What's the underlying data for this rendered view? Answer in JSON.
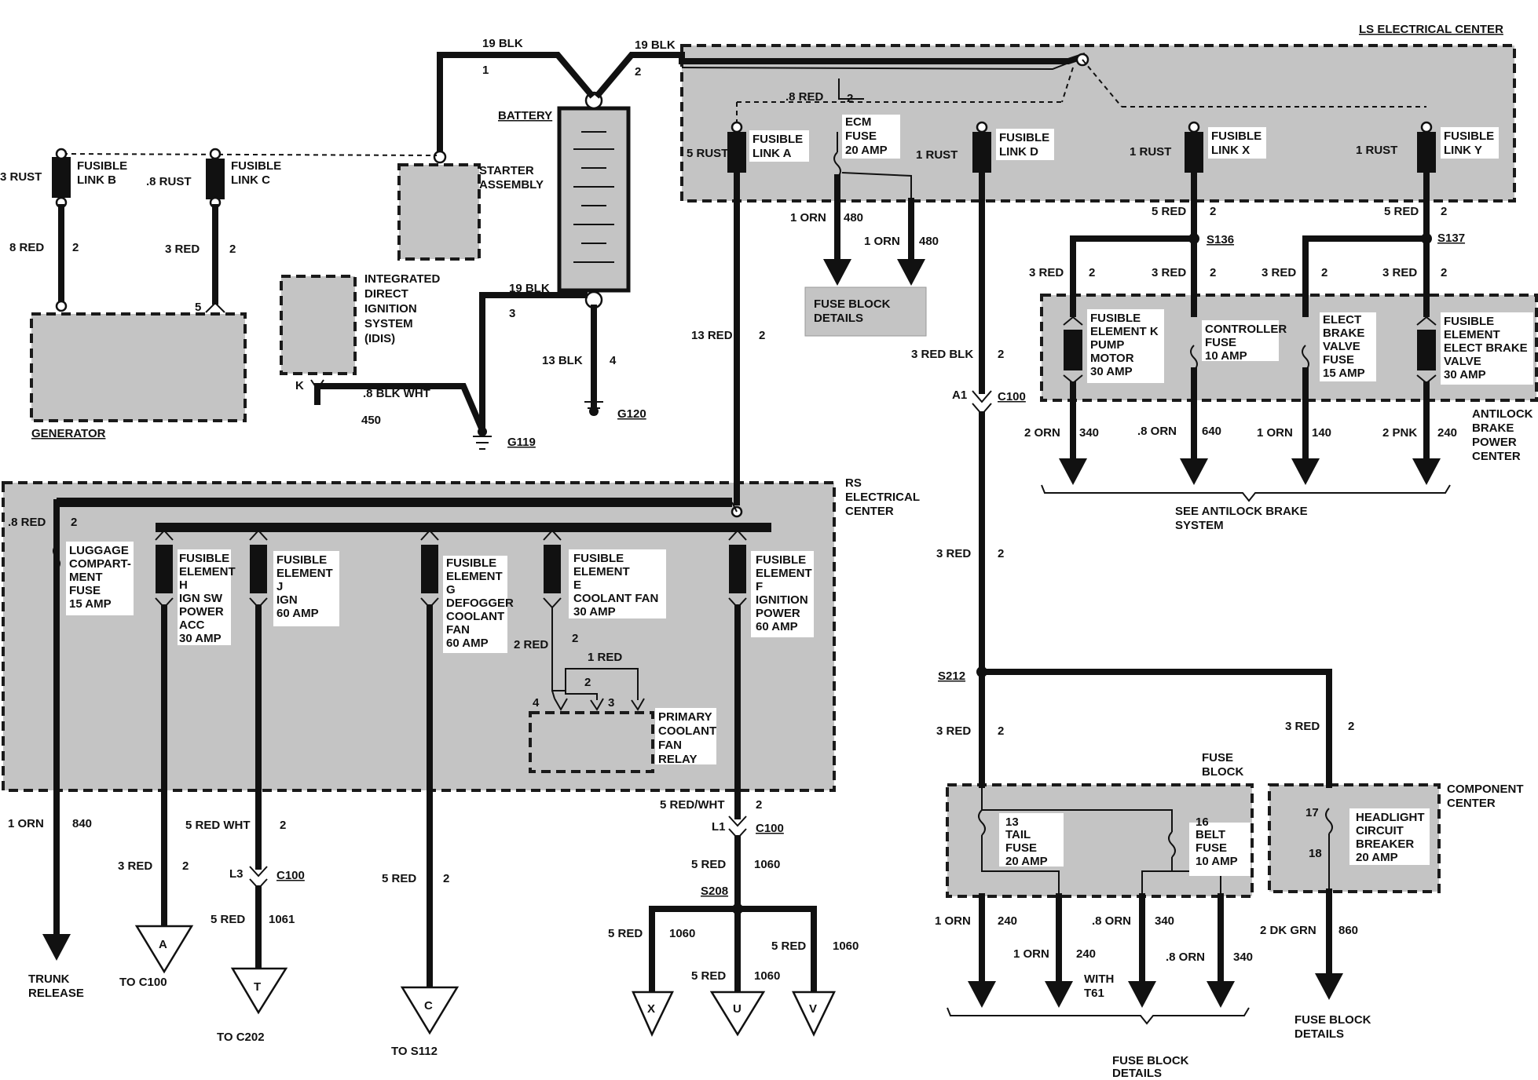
{
  "components": {
    "ls_center": "LS ELECTRICAL CENTER",
    "rs_center": [
      "RS",
      "ELECTRICAL",
      "CENTER"
    ],
    "battery": "BATTERY",
    "starter": [
      "STARTER",
      "ASSEMBLY"
    ],
    "generator": "GENERATOR",
    "idis": [
      "INTEGRATED",
      "DIRECT",
      "IGNITION",
      "SYSTEM",
      "(IDIS)"
    ],
    "fuse_block_details": [
      "FUSE BLOCK",
      "DETAILS"
    ],
    "abs_center": [
      "ANTILOCK",
      "BRAKE",
      "POWER",
      "CENTER"
    ],
    "see_abs": [
      "SEE ANTILOCK BRAKE",
      "SYSTEM"
    ],
    "fuse_block": [
      "FUSE",
      "BLOCK"
    ],
    "component_center": [
      "COMPONENT",
      "CENTER"
    ],
    "relay": [
      "PRIMARY",
      "COOLANT",
      "FAN",
      "RELAY"
    ]
  },
  "fusible_links": {
    "b": [
      "FUSIBLE",
      "LINK B"
    ],
    "c": [
      "FUSIBLE",
      "LINK C"
    ],
    "a": [
      "FUSIBLE",
      "LINK A"
    ],
    "d": [
      "FUSIBLE",
      "LINK D"
    ],
    "x": [
      "FUSIBLE",
      "LINK X"
    ],
    "y": [
      "FUSIBLE",
      "LINK Y"
    ]
  },
  "fuses": {
    "ecm": [
      "ECM",
      "FUSE",
      "20 AMP"
    ],
    "k": [
      "FUSIBLE",
      "ELEMENT K",
      "PUMP",
      "MOTOR",
      "30 AMP"
    ],
    "controller": [
      "CONTROLLER",
      "FUSE",
      "10 AMP"
    ],
    "elect_brake": [
      "ELECT",
      "BRAKE",
      "VALVE",
      "FUSE",
      "15 AMP"
    ],
    "elem_valve": [
      "FUSIBLE",
      "ELEMENT",
      "ELECT BRAKE",
      "VALVE",
      "30 AMP"
    ],
    "luggage": [
      "LUGGAGE",
      "COMPART-",
      "MENT",
      "FUSE",
      "15 AMP"
    ],
    "h": [
      "FUSIBLE",
      "ELEMENT",
      "H",
      "IGN SW",
      "POWER",
      "ACC",
      "30 AMP"
    ],
    "j": [
      "FUSIBLE",
      "ELEMENT",
      "J",
      "IGN",
      "60 AMP"
    ],
    "g": [
      "FUSIBLE",
      "ELEMENT",
      "G",
      "DEFOGGER",
      "COOLANT",
      "FAN",
      "60 AMP"
    ],
    "e": [
      "FUSIBLE",
      "ELEMENT",
      "E",
      "COOLANT FAN",
      "30 AMP"
    ],
    "f": [
      "FUSIBLE",
      "ELEMENT",
      "F",
      "IGNITION",
      "POWER",
      "60 AMP"
    ],
    "tail": [
      "TAIL",
      "FUSE",
      "20 AMP"
    ],
    "belt": [
      "BELT",
      "FUSE",
      "10 AMP"
    ],
    "headlight": [
      "HEADLIGHT",
      "CIRCUIT",
      "BREAKER",
      "20 AMP"
    ]
  },
  "wires": {
    "w1": "19 BLK",
    "w2": "19 BLK",
    "w3": "19 BLK",
    "w4": "13 BLK",
    "w5": ".8 RED",
    "w6": "5 RUST",
    "w7": "1 RUST",
    "w8": "1 RUST",
    "w9": "1 RUST",
    "w10": "3 RUST",
    "w11": ".8 RUST",
    "w12": "8 RED",
    "w13": "3 RED",
    "w14": ".8 BLK WHT",
    "w15": "1 ORN",
    "w16": "1 ORN",
    "w17": "13 RED",
    "w18": "3 RED BLK",
    "w19": "5 RED",
    "w20": "5 RED",
    "w21": "3 RED",
    "w22": "3 RED",
    "w23": "3 RED",
    "w24": "3 RED",
    "w25": "2 ORN",
    "w26": ".8 ORN",
    "w27": "1 ORN",
    "w28": "2 PNK",
    "w29": "3 RED",
    "w30": "3 RED",
    "w31": "3 RED",
    "w32": ".8 RED",
    "w33": "2 RED",
    "w34": "1 RED",
    "w35": "1 ORN",
    "w36": "5 RED WHT",
    "w37": "3 RED",
    "w38": "5 RED",
    "w39": "5 RED",
    "w40": "5 RED/WHT",
    "w41": "5 RED",
    "w42": "5 RED",
    "w43": "5 RED",
    "w44": "5 RED",
    "w45": "1 ORN",
    "w46": "1 ORN",
    "w47": ".8 ORN",
    "w48": ".8 ORN",
    "w49": "2 DK GRN"
  },
  "circuits": {
    "c1": "1",
    "c2": "2",
    "c3": "3",
    "c4": "4",
    "c450": "450",
    "c480": "480",
    "c340": "340",
    "c640": "640",
    "c140": "140",
    "c240": "240",
    "c840": "840",
    "c1060": "1060",
    "c1061": "1061",
    "c860": "860",
    "c5": "5",
    "ck": "K",
    "ca1": "A1",
    "cl1": "L1",
    "cl3": "L3",
    "c17": "17",
    "c18": "18",
    "c13": "13",
    "c16": "16",
    "c2b": "2",
    "c3b": "3",
    "c4b": "4"
  },
  "splices": {
    "s136": "S136",
    "s137": "S137",
    "s212": "S212",
    "s208": "S208",
    "c100": "C100",
    "g119": "G119",
    "g120": "G120"
  },
  "terminals": {
    "A": "A",
    "T": "T",
    "C": "C",
    "X": "X",
    "U": "U",
    "V": "V",
    "to_c100": "TO C100",
    "to_c202": "TO C202",
    "to_s112": "TO S112",
    "trunk": [
      "TRUNK",
      "RELEASE"
    ],
    "with_t61": [
      "WITH",
      "T61"
    ]
  }
}
